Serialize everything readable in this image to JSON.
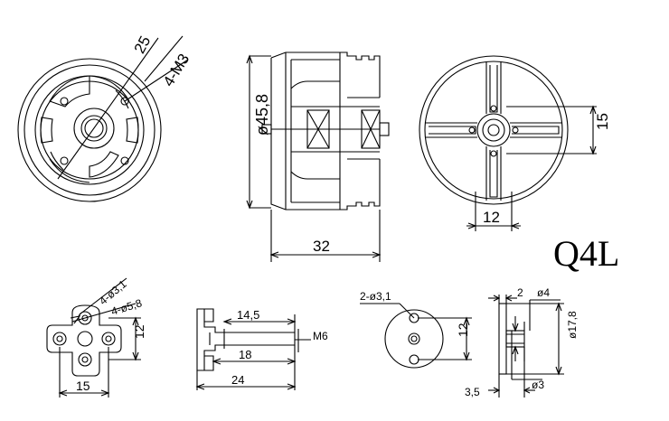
{
  "title": "Q4L",
  "views": {
    "front": {
      "angle_dim": "25",
      "holes_label": "4-M3"
    },
    "side": {
      "diameter_dim": "ø45,8",
      "length_dim": "32"
    },
    "rear": {
      "spoke_dim": "15",
      "hub_dim": "12"
    },
    "mount_plate": {
      "hole_small_label": "4-ø3,1",
      "hole_large_label": "4-ø5,8",
      "height_dim": "12",
      "width_dim": "15"
    },
    "prop_adapter": {
      "thread_len_dim": "14,5",
      "thread_label": "M6",
      "shaft_len_dim": "18",
      "total_len_dim": "24"
    },
    "collet_face": {
      "holes_label": "2-ø3,1",
      "spacing_dim": "12"
    },
    "collet_side": {
      "flange_dim": "2",
      "bore_dim": "ø4",
      "outer_dim": "ø17,8",
      "length_dim": "3,5",
      "shaft_dim": "ø3"
    }
  }
}
